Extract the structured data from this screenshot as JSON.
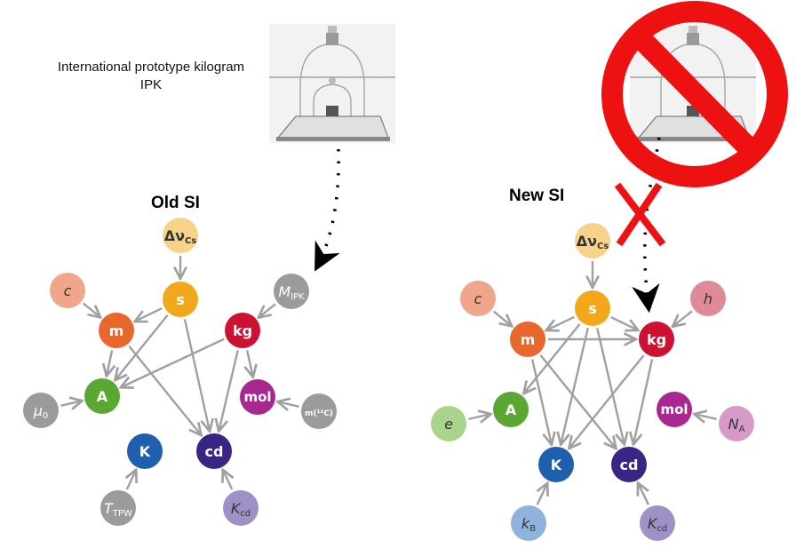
{
  "caption": {
    "line1": "International prototype kilogram",
    "line2": "IPK"
  },
  "panels": {
    "old": {
      "title": "Old SI",
      "nodes": [
        {
          "id": "dnu",
          "label": "Δν",
          "sub": "Cs",
          "color": "#f7d38a",
          "text_color": "#333333",
          "italic": false
        },
        {
          "id": "c",
          "label": "c",
          "sub": "",
          "color": "#f0a68a",
          "text_color": "#333333",
          "italic": true
        },
        {
          "id": "s",
          "label": "s",
          "sub": "",
          "color": "#f3a81b",
          "text_color": "#ffffff",
          "italic": false
        },
        {
          "id": "MIPK",
          "label": "M",
          "sub": "IPK",
          "color": "#9b9b9b",
          "text_color": "#ffffff",
          "italic": true
        },
        {
          "id": "m",
          "label": "m",
          "sub": "",
          "color": "#e8672c",
          "text_color": "#ffffff",
          "italic": false
        },
        {
          "id": "kg",
          "label": "kg",
          "sub": "",
          "color": "#cc1133",
          "text_color": "#ffffff",
          "italic": false
        },
        {
          "id": "mu0",
          "label": "μ",
          "sub": "0",
          "color": "#9b9b9b",
          "text_color": "#ffffff",
          "italic": true
        },
        {
          "id": "A",
          "label": "A",
          "sub": "",
          "color": "#5aa832",
          "text_color": "#ffffff",
          "italic": false
        },
        {
          "id": "mol",
          "label": "mol",
          "sub": "",
          "color": "#a8288f",
          "text_color": "#ffffff",
          "italic": false
        },
        {
          "id": "m12C",
          "label": "m(¹²C)",
          "sub": "",
          "color": "#9b9b9b",
          "text_color": "#ffffff",
          "italic": false
        },
        {
          "id": "K",
          "label": "K",
          "sub": "",
          "color": "#1e5fae",
          "text_color": "#ffffff",
          "italic": false
        },
        {
          "id": "cd",
          "label": "cd",
          "sub": "",
          "color": "#3a2484",
          "text_color": "#ffffff",
          "italic": false
        },
        {
          "id": "TTPW",
          "label": "T",
          "sub": "TPW",
          "color": "#9b9b9b",
          "text_color": "#ffffff",
          "italic": true
        },
        {
          "id": "Kcd",
          "label": "K",
          "sub": "cd",
          "color": "#9f90c6",
          "text_color": "#333333",
          "italic": true
        }
      ],
      "edges": [
        [
          "dnu",
          "s"
        ],
        [
          "c",
          "m"
        ],
        [
          "s",
          "m"
        ],
        [
          "MIPK",
          "kg"
        ],
        [
          "s",
          "A"
        ],
        [
          "s",
          "cd"
        ],
        [
          "m",
          "A"
        ],
        [
          "m",
          "cd"
        ],
        [
          "kg",
          "A"
        ],
        [
          "kg",
          "cd"
        ],
        [
          "kg",
          "mol"
        ],
        [
          "mu0",
          "A"
        ],
        [
          "m12C",
          "mol"
        ],
        [
          "TTPW",
          "K"
        ],
        [
          "Kcd",
          "cd"
        ]
      ]
    },
    "new": {
      "title": "New SI",
      "nodes": [
        {
          "id": "dnu",
          "label": "Δν",
          "sub": "Cs",
          "color": "#f7d38a",
          "text_color": "#333333",
          "italic": false
        },
        {
          "id": "c",
          "label": "c",
          "sub": "",
          "color": "#f0a68a",
          "text_color": "#333333",
          "italic": true
        },
        {
          "id": "s",
          "label": "s",
          "sub": "",
          "color": "#f3a81b",
          "text_color": "#ffffff",
          "italic": false
        },
        {
          "id": "h",
          "label": "h",
          "sub": "",
          "color": "#e08a98",
          "text_color": "#333333",
          "italic": true
        },
        {
          "id": "m",
          "label": "m",
          "sub": "",
          "color": "#e8672c",
          "text_color": "#ffffff",
          "italic": false
        },
        {
          "id": "kg",
          "label": "kg",
          "sub": "",
          "color": "#cc1133",
          "text_color": "#ffffff",
          "italic": false
        },
        {
          "id": "e",
          "label": "e",
          "sub": "",
          "color": "#a8d48c",
          "text_color": "#333333",
          "italic": true
        },
        {
          "id": "A",
          "label": "A",
          "sub": "",
          "color": "#5aa832",
          "text_color": "#ffffff",
          "italic": false
        },
        {
          "id": "mol",
          "label": "mol",
          "sub": "",
          "color": "#a8288f",
          "text_color": "#ffffff",
          "italic": false
        },
        {
          "id": "NA",
          "label": "N",
          "sub": "A",
          "color": "#d79ac8",
          "text_color": "#333333",
          "italic": true
        },
        {
          "id": "K",
          "label": "K",
          "sub": "",
          "color": "#1e5fae",
          "text_color": "#ffffff",
          "italic": false
        },
        {
          "id": "cd",
          "label": "cd",
          "sub": "",
          "color": "#3a2484",
          "text_color": "#ffffff",
          "italic": false
        },
        {
          "id": "kB",
          "label": "k",
          "sub": "B",
          "color": "#8fb3dc",
          "text_color": "#333333",
          "italic": true
        },
        {
          "id": "Kcd",
          "label": "K",
          "sub": "cd",
          "color": "#9f90c6",
          "text_color": "#333333",
          "italic": true
        }
      ],
      "edges": [
        [
          "dnu",
          "s"
        ],
        [
          "c",
          "m"
        ],
        [
          "s",
          "m"
        ],
        [
          "s",
          "kg"
        ],
        [
          "h",
          "kg"
        ],
        [
          "m",
          "kg"
        ],
        [
          "s",
          "A"
        ],
        [
          "s",
          "K"
        ],
        [
          "s",
          "cd"
        ],
        [
          "m",
          "K"
        ],
        [
          "m",
          "cd"
        ],
        [
          "kg",
          "K"
        ],
        [
          "kg",
          "cd"
        ],
        [
          "e",
          "A"
        ],
        [
          "NA",
          "mol"
        ],
        [
          "kB",
          "K"
        ],
        [
          "Kcd",
          "cd"
        ]
      ]
    }
  },
  "colors": {
    "edge": "#a0a0a0",
    "prohibition": "#ee1111",
    "dotted_arrow": "#000000"
  }
}
